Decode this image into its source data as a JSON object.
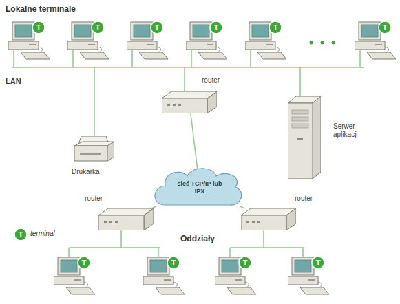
{
  "diagram": {
    "title": "Lokalne terminale",
    "nodes": [
      {
        "text": [
          "router"
        ]
      },
      {
        "text": [
          "Drukarka"
        ]
      },
      {
        "text": [
          "Serwer aplikacji"
        ]
      },
      {
        "text": [
          "sieć TCP/IP lub IPX"
        ]
      },
      {
        "text": [
          "router"
        ]
      },
      {
        "text": [
          "router"
        ]
      }
    ],
    "edges": [
      {
        "from": 0,
        "to": 3,
        "arrow": "none"
      },
      {
        "from": 3,
        "to": 4,
        "arrow": "none"
      },
      {
        "from": 3,
        "to": 5,
        "arrow": "none"
      }
    ],
    "labels": [
      "LAN",
      "Oddziały",
      "T",
      "T",
      "T",
      "T",
      "T",
      "T",
      "T",
      "T",
      "T",
      "T",
      "T"
    ],
    "legend": [
      {
        "text": "terminal"
      }
    ]
  }
}
